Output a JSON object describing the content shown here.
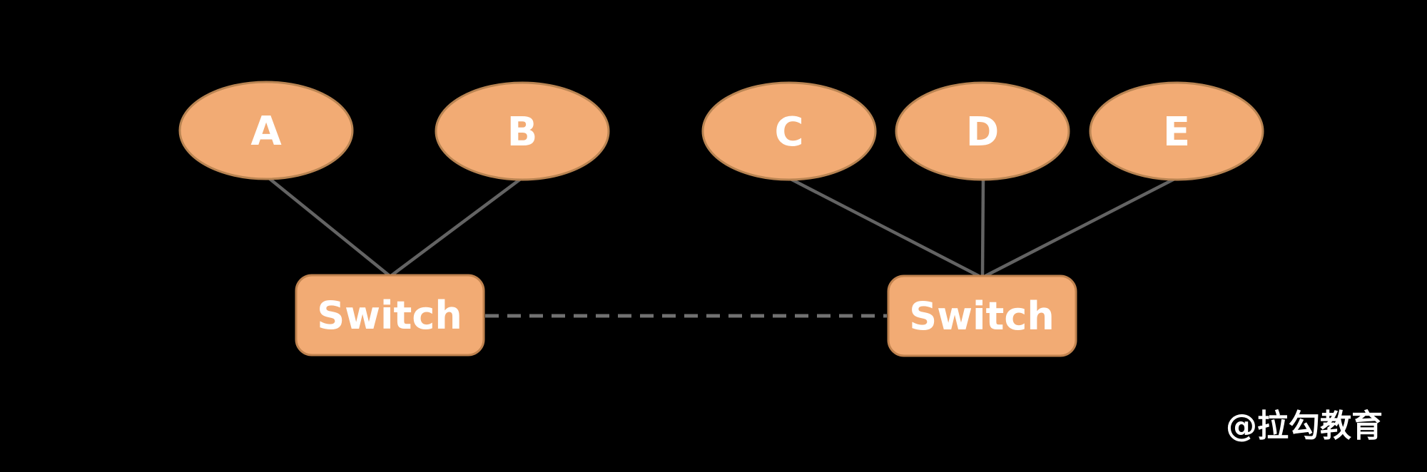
{
  "diagram_type": "network-topology",
  "colors": {
    "background": "#000000",
    "node_fill": "#F2AB74",
    "node_border": "#B98452",
    "edge_line": "#636363",
    "trunk_dashed_line": "#717171",
    "label_text": "#FFFFFF"
  },
  "hosts": {
    "a": {
      "label": "A"
    },
    "b": {
      "label": "B"
    },
    "c": {
      "label": "C"
    },
    "d": {
      "label": "D"
    },
    "e": {
      "label": "E"
    }
  },
  "switches": {
    "left": {
      "label": "Switch"
    },
    "right": {
      "label": "Switch"
    }
  },
  "links": {
    "solid": [
      {
        "from": "A",
        "to": "left Switch"
      },
      {
        "from": "B",
        "to": "left Switch"
      },
      {
        "from": "C",
        "to": "right Switch"
      },
      {
        "from": "D",
        "to": "right Switch"
      },
      {
        "from": "E",
        "to": "right Switch"
      }
    ],
    "dashed": [
      {
        "from": "left Switch",
        "to": "right Switch"
      }
    ]
  },
  "watermark": {
    "text": "@拉勾教育"
  }
}
